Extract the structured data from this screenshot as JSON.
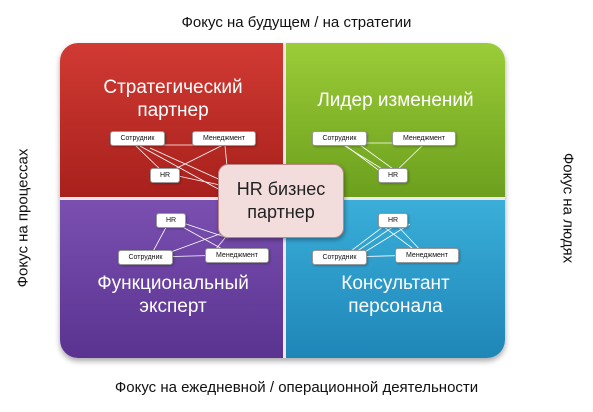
{
  "axes": {
    "top": "Фокус на будущем / на стратегии",
    "bottom": "Фокус на ежедневной / операционной деятельности",
    "left": "Фокус на процессах",
    "right": "Фокус на людях"
  },
  "quadrants": {
    "top_left": {
      "title_line1": "Стратегический",
      "title_line2": "партнер",
      "color": "#c0302b"
    },
    "top_right": {
      "title": "Лидер изменений",
      "color": "#8dbb2e"
    },
    "bottom_left": {
      "title_line1": "Функциональный",
      "title_line2": "эксперт",
      "color": "#6a42a3"
    },
    "bottom_right": {
      "title_line1": "Консультант",
      "title_line2": "персонала",
      "color": "#2a9dcb"
    }
  },
  "center": {
    "line1": "HR бизнес",
    "line2": "партнер"
  },
  "nodes": {
    "employee": "Сотрудник",
    "management": "Менеджмент",
    "hr": "HR"
  }
}
